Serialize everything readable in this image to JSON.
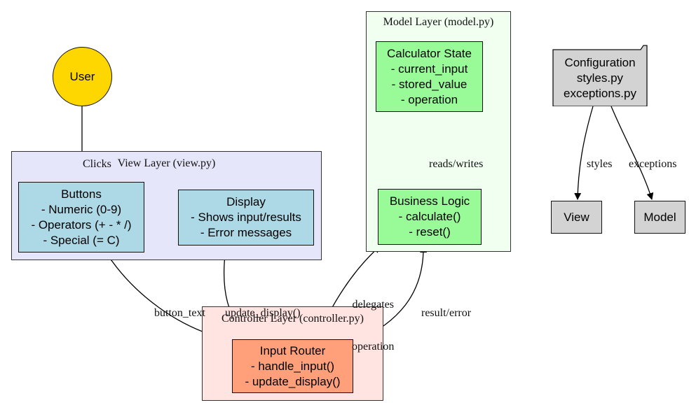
{
  "colors": {
    "view_layer_bg": "#e6e6fa",
    "controller_layer_bg": "#ffe4e1",
    "model_layer_bg": "#f0fff0",
    "view_node": "#add8e6",
    "model_node": "#98fb98",
    "controller_node": "#ffa07a",
    "user_node": "#ffd700",
    "config_node": "#d3d3d3"
  },
  "clusters": {
    "view": "View Layer (view.py)",
    "controller": "Controller Layer (controller.py)",
    "model": "Model Layer (model.py)"
  },
  "nodes": {
    "user": {
      "lines": [
        "User"
      ]
    },
    "buttons": {
      "lines": [
        "Buttons",
        "- Numeric (0-9)",
        "- Operators (+ - * /)",
        "- Special (= C)"
      ]
    },
    "display": {
      "lines": [
        "Display",
        "- Shows input/results",
        "- Error messages"
      ]
    },
    "calculator_state": {
      "lines": [
        "Calculator State",
        "- current_input",
        "- stored_value",
        "- operation"
      ]
    },
    "business_logic": {
      "lines": [
        "Business Logic",
        "- calculate()",
        "- reset()"
      ]
    },
    "input_router": {
      "lines": [
        "Input Router",
        "- handle_input()",
        "- update_display()"
      ]
    },
    "configuration": {
      "lines": [
        "Configuration",
        "styles.py",
        "exceptions.py"
      ]
    },
    "view_ref": {
      "lines": [
        "View"
      ]
    },
    "model_ref": {
      "lines": [
        "Model"
      ]
    }
  },
  "edges": {
    "clicks": {
      "lines": [
        "Clicks"
      ]
    },
    "button_text": {
      "lines": [
        "button_text"
      ]
    },
    "update_display": {
      "lines": [
        "update_display()"
      ]
    },
    "delegates": {
      "lines": [
        "delegates",
        "operation"
      ]
    },
    "result_error": {
      "lines": [
        "result/error"
      ]
    },
    "reads_writes": {
      "lines": [
        "reads/writes"
      ]
    },
    "styles": {
      "lines": [
        "styles"
      ]
    },
    "exceptions": {
      "lines": [
        "exceptions"
      ]
    }
  }
}
